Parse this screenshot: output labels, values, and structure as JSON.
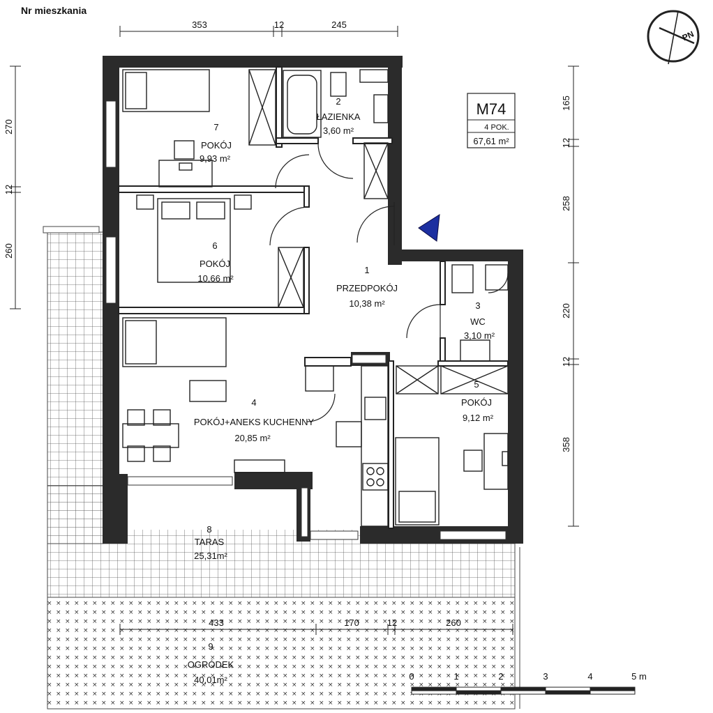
{
  "header": {
    "label": "Nr mieszkania"
  },
  "unit": {
    "code": "M74",
    "rooms": "4 POK.",
    "area": "67,61 m²"
  },
  "compass": {
    "letters": "PN"
  },
  "rooms": [
    {
      "num": "1",
      "name": "PRZEDPOKÓJ",
      "area": "10,38 m²"
    },
    {
      "num": "2",
      "name": "ŁAZIENKA",
      "area": "3,60 m²"
    },
    {
      "num": "3",
      "name": "WC",
      "area": "3,10 m²"
    },
    {
      "num": "4",
      "name": "POKÓJ+ANEKS KUCHENNY",
      "area": "20,85 m²"
    },
    {
      "num": "5",
      "name": "POKÓJ",
      "area": "9,12 m²"
    },
    {
      "num": "6",
      "name": "POKÓJ",
      "area": "10,66 m²"
    },
    {
      "num": "7",
      "name": "POKÓJ",
      "area": "9,93 m²"
    },
    {
      "num": "8",
      "name": "TARAS",
      "area": "25,31m²"
    },
    {
      "num": "9",
      "name": "OGRÓDEK",
      "area": "40,01m²"
    }
  ],
  "dims": {
    "top": [
      "353",
      "12",
      "245"
    ],
    "left": [
      "270",
      "12",
      "260"
    ],
    "right": [
      "165",
      "12",
      "258",
      "220",
      "12",
      "358"
    ],
    "bottom": [
      "433",
      "170",
      "12",
      "260"
    ]
  },
  "scale": {
    "ticks": [
      "0",
      "1",
      "2",
      "3",
      "4",
      "5 m"
    ]
  }
}
